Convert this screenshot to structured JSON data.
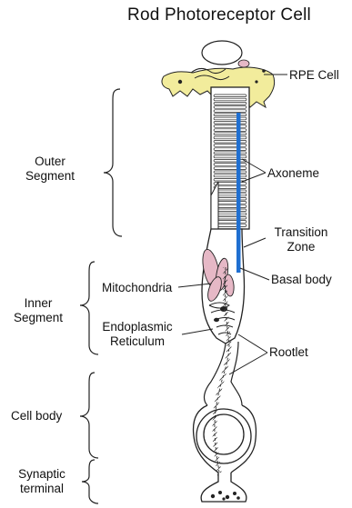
{
  "title": "Rod Photoreceptor Cell",
  "labels": {
    "rpe_cell": "RPE Cell",
    "axoneme": "Axoneme",
    "transition_zone_line1": "Transition",
    "transition_zone_line2": "Zone",
    "basal_body": "Basal body",
    "mitochondria": "Mitochondria",
    "er_line1": "Endoplasmic",
    "er_line2": "Reticulum",
    "rootlet": "Rootlet"
  },
  "regions": {
    "outer_segment_line1": "Outer",
    "outer_segment_line2": "Segment",
    "inner_segment_line1": "Inner",
    "inner_segment_line2": "Segment",
    "cell_body": "Cell body",
    "synaptic_terminal_line1": "Synaptic",
    "synaptic_terminal_line2": "terminal"
  },
  "colors": {
    "rpe_yellow": "#f2ec9c",
    "axoneme_blue": "#1f6fd1",
    "mitochondria_pink": "#e6b8c6",
    "outline": "#222222"
  }
}
